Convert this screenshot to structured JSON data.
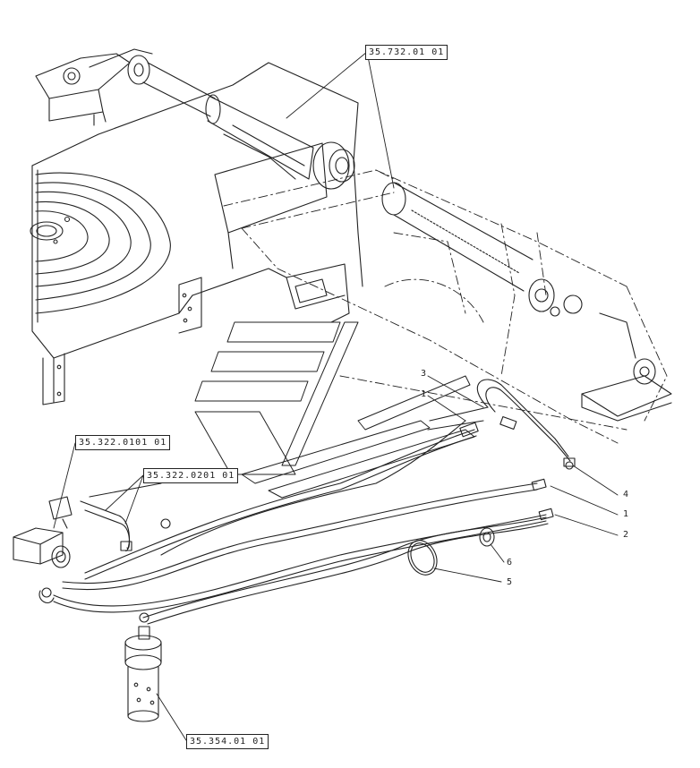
{
  "diagram": {
    "references": {
      "cylinder": "35.732.01 01",
      "valve_a": "35.322.0101 01",
      "valve_b": "35.322.0201 01",
      "swivel": "35.354.01 01"
    },
    "callouts": {
      "c1_top": "1",
      "c3_top": "3",
      "c4": "4",
      "c1": "1",
      "c2": "2",
      "c6": "6",
      "c5": "5"
    }
  }
}
